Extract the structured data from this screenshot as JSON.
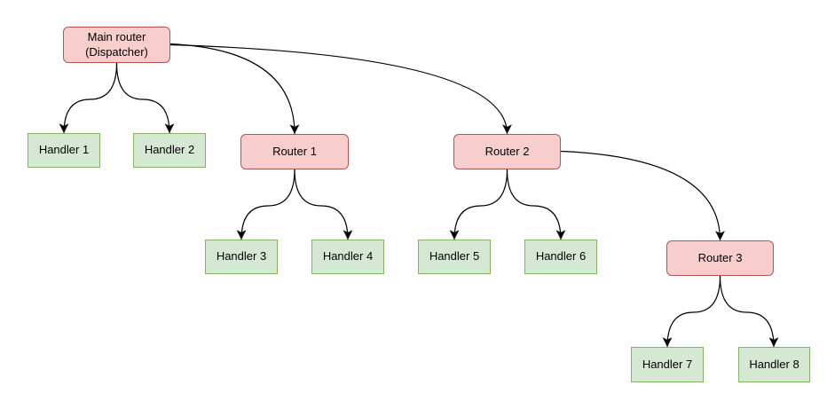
{
  "diagram": {
    "colors": {
      "router_fill": "#f8cecc",
      "router_border": "#b85450",
      "handler_fill": "#d5e8d4",
      "handler_border": "#82b366",
      "edge_color": "#000000",
      "background": "#ffffff",
      "text": "#000000"
    },
    "nodes": [
      {
        "id": "main",
        "type": "router",
        "label": "Main router\n(Dispatcher)"
      },
      {
        "id": "handler1",
        "type": "handler",
        "label": "Handler 1"
      },
      {
        "id": "handler2",
        "type": "handler",
        "label": "Handler 2"
      },
      {
        "id": "router1",
        "type": "router",
        "label": "Router 1"
      },
      {
        "id": "router2",
        "type": "router",
        "label": "Router 2"
      },
      {
        "id": "handler3",
        "type": "handler",
        "label": "Handler 3"
      },
      {
        "id": "handler4",
        "type": "handler",
        "label": "Handler 4"
      },
      {
        "id": "handler5",
        "type": "handler",
        "label": "Handler 5"
      },
      {
        "id": "handler6",
        "type": "handler",
        "label": "Handler 6"
      },
      {
        "id": "router3",
        "type": "router",
        "label": "Router 3"
      },
      {
        "id": "handler7",
        "type": "handler",
        "label": "Handler 7"
      },
      {
        "id": "handler8",
        "type": "handler",
        "label": "Handler 8"
      }
    ],
    "edges": [
      {
        "from": "main",
        "to": "handler1"
      },
      {
        "from": "main",
        "to": "handler2"
      },
      {
        "from": "main",
        "to": "router1"
      },
      {
        "from": "main",
        "to": "router2"
      },
      {
        "from": "router1",
        "to": "handler3"
      },
      {
        "from": "router1",
        "to": "handler4"
      },
      {
        "from": "router2",
        "to": "handler5"
      },
      {
        "from": "router2",
        "to": "handler6"
      },
      {
        "from": "router2",
        "to": "router3"
      },
      {
        "from": "router3",
        "to": "handler7"
      },
      {
        "from": "router3",
        "to": "handler8"
      }
    ]
  }
}
